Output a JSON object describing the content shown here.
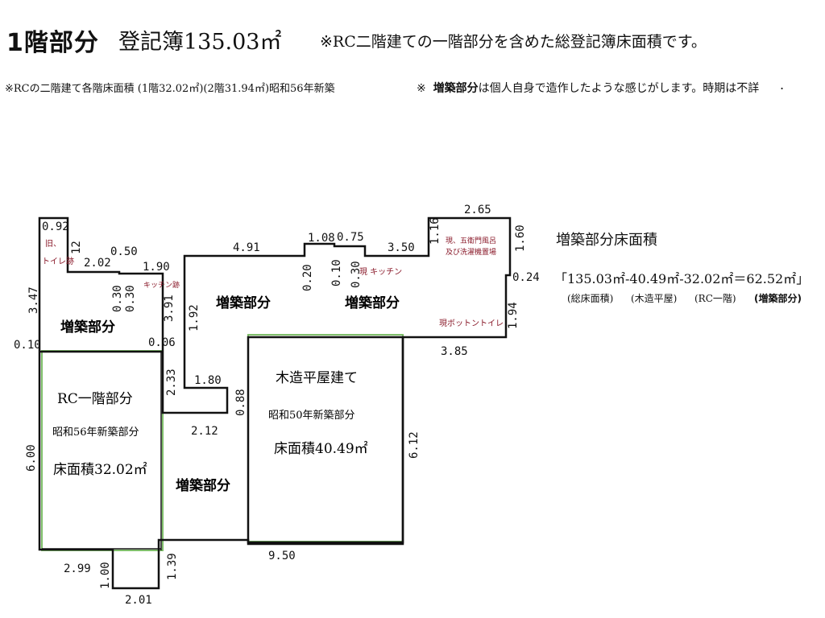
{
  "header": {
    "main": "1階部分",
    "registry": "登記簿135.03㎡",
    "note": "※RC二階建ての一階部分を含めた総登記簿床面積です。"
  },
  "subheader": {
    "left": "※RCの二階建て各階床面積 (1階32.02㎡)(2階31.94㎡)昭和56年新築",
    "right_mark": "※",
    "right_bold": "増築部分",
    "right_rest": "は個人自身で造作したような感じがします。時期は不詳",
    "trailing_dot": "."
  },
  "area_calc": {
    "title": "増築部分床面積",
    "formula": "「135.03㎡-40.49㎡-32.02㎡＝62.52㎡」",
    "labels": [
      "(総床面積)",
      "(木造平屋)",
      "(RC一階)",
      "(増築部分)"
    ]
  },
  "rooms": {
    "addition_left": "増築部分",
    "addition_mid": "増築部分",
    "addition_right": "増築部分",
    "addition_bottom": "増築部分",
    "rc_title": "RC一階部分",
    "rc_built": "昭和56年新築部分",
    "rc_area": "床面積32.02㎡",
    "wood_title": "木造平屋建て",
    "wood_built": "昭和50年新築部分",
    "wood_area": "床面積40.49㎡"
  },
  "notes_red": {
    "old_toilet_1": "旧、",
    "old_toilet_2": "トイレ跡",
    "kitchen_old": "キッチン跡",
    "kitchen_now": "現 キッチン",
    "bath_1": "現、五衛門風呂",
    "bath_2": "及び洗濯機置場",
    "toilet_now": "現ボットントイレ"
  },
  "dimensions": {
    "d092": "0.92",
    "d012": "12",
    "d202": "2.02",
    "d050": "0.50",
    "d190": "1.90",
    "d030a": "0.30",
    "d030b": "0.30",
    "d391": "3.91",
    "d347": "3.47",
    "d010": "0.10",
    "d006": "0.06",
    "d491": "4.91",
    "d108": "1.08",
    "d075": "0.75",
    "d350": "3.50",
    "d020": "0.20",
    "d010b": "0.10",
    "d030c": "0.30",
    "d265": "2.65",
    "d116": "1.16",
    "d160": "1.60",
    "d024": "0.24",
    "d192": "1.92",
    "d194": "1.94",
    "d385": "3.85",
    "d233": "2.33",
    "d180": "1.80",
    "d088": "0.88",
    "d212": "2.12",
    "d600": "6.00",
    "d612": "6.12",
    "d299": "2.99",
    "d100": "1.00",
    "d201": "2.01",
    "d139": "1.39",
    "d950": "9.50"
  },
  "colors": {
    "line": "#111111",
    "green": "#7fbf6a",
    "note_red": "#8a1a2a"
  }
}
